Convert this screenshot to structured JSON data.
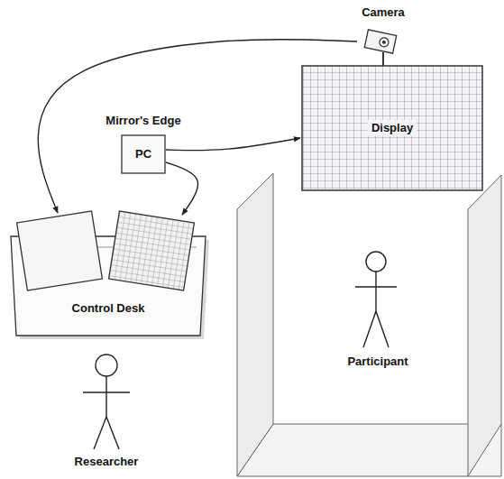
{
  "diagram": {
    "nodes": [
      {
        "text": [
          "Camera"
        ]
      },
      {
        "text": [
          "Mirror's Edge",
          "PC"
        ]
      },
      {
        "text": [
          "Display"
        ]
      },
      {
        "text": [
          "Control Desk"
        ]
      }
    ],
    "edges": [
      {
        "from": 0,
        "to": 3,
        "arrow": "to"
      },
      {
        "from": 1,
        "to": 2,
        "arrow": "to"
      },
      {
        "from": 1,
        "to": 3,
        "arrow": "to"
      }
    ],
    "labels": [
      "Participant",
      "Researcher"
    ]
  }
}
